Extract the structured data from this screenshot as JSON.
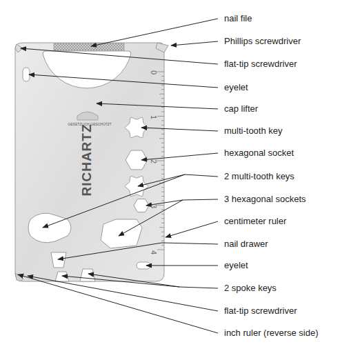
{
  "diagram": {
    "labels": [
      "nail file",
      "Phillips screwdriver",
      "flat-tip screwdriver",
      "eyelet",
      "cap lifter",
      "multi-tooth key",
      "hexagonal socket",
      "2 multi-tooth keys",
      "3 hexagonal sockets",
      "centimeter ruler",
      "nail drawer",
      "eyelet",
      "2 spoke keys",
      "flat-tip screwdriver",
      "inch ruler (reverse side)",
      "RICHARTZ",
      "GESETZLICH GESCHÜTZT",
      "0",
      "1",
      "2",
      "3",
      "4"
    ]
  }
}
